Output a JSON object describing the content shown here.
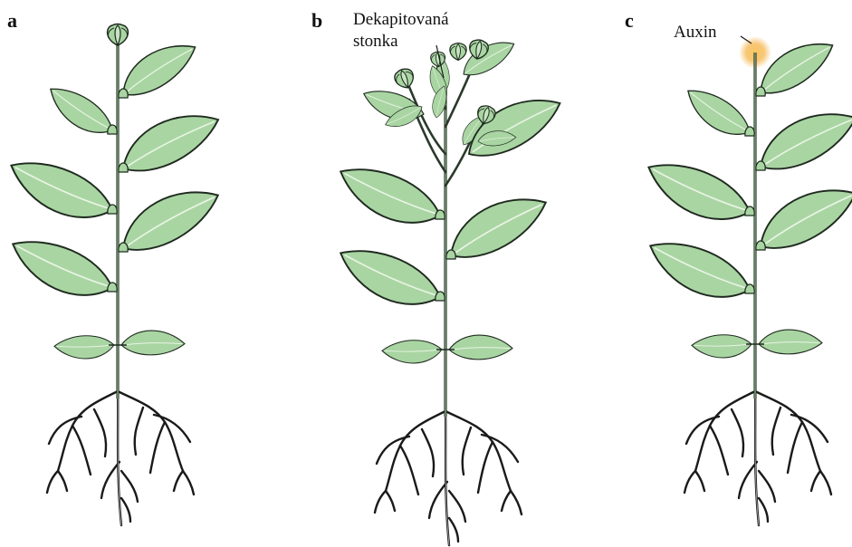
{
  "panels": [
    {
      "letter": "a",
      "annotation": ""
    },
    {
      "letter": "b",
      "annotation_line1": "Dekapitovaná",
      "annotation_line2": "stonka"
    },
    {
      "letter": "c",
      "annotation": "Auxin"
    }
  ],
  "colors": {
    "leaf_fill": "#a9d5a3",
    "leaf_outline": "#1f2a1f",
    "stem": "#2a3a2a",
    "root": "#1a1a1a",
    "auxin_glow": "#f5b54a"
  },
  "icons": [
    "plant-intact-icon",
    "plant-decapitated-icon",
    "plant-auxin-icon",
    "auxin-glow-icon"
  ]
}
